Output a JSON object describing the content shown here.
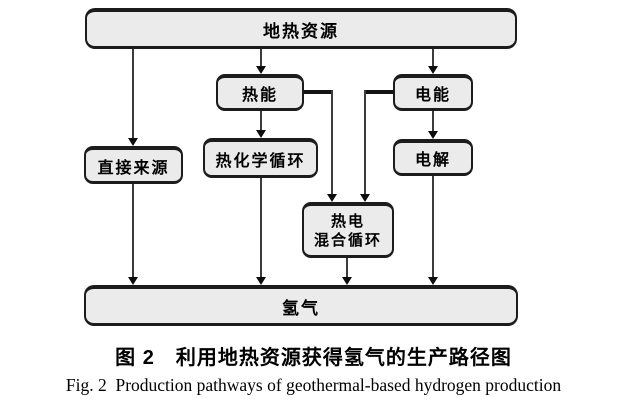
{
  "diagram": {
    "nodes": {
      "geothermal": {
        "label": "地热资源"
      },
      "thermal": {
        "label": "热能"
      },
      "electric": {
        "label": "电能"
      },
      "direct": {
        "label": "直接来源"
      },
      "thermochemical": {
        "label": "热化学循环"
      },
      "electrolysis": {
        "label": "电解"
      },
      "hybrid": {
        "line1": "热电",
        "line2": "混合循环"
      },
      "hydrogen": {
        "label": "氢气"
      }
    },
    "edges": [
      {
        "from": "地热资源",
        "to": "直接来源"
      },
      {
        "from": "地热资源",
        "to": "热能"
      },
      {
        "from": "地热资源",
        "to": "电能"
      },
      {
        "from": "热能",
        "to": "热化学循环"
      },
      {
        "from": "热能",
        "to": "热电混合循环"
      },
      {
        "from": "电能",
        "to": "热电混合循环"
      },
      {
        "from": "电能",
        "to": "电解"
      },
      {
        "from": "直接来源",
        "to": "氢气"
      },
      {
        "from": "热化学循环",
        "to": "氢气"
      },
      {
        "from": "热电混合循环",
        "to": "氢气"
      },
      {
        "from": "电解",
        "to": "氢气"
      }
    ],
    "colors": {
      "node_fill": "#ebebeb",
      "node_border": "#1c1c1c",
      "connector": "#3c3c3c",
      "arrowhead": "#0d0d0d"
    }
  },
  "caption": {
    "zh": "图 2　利用地热资源获得氢气的生产路径图",
    "en": "Fig. 2  Production pathways of geothermal-based hydrogen production"
  }
}
